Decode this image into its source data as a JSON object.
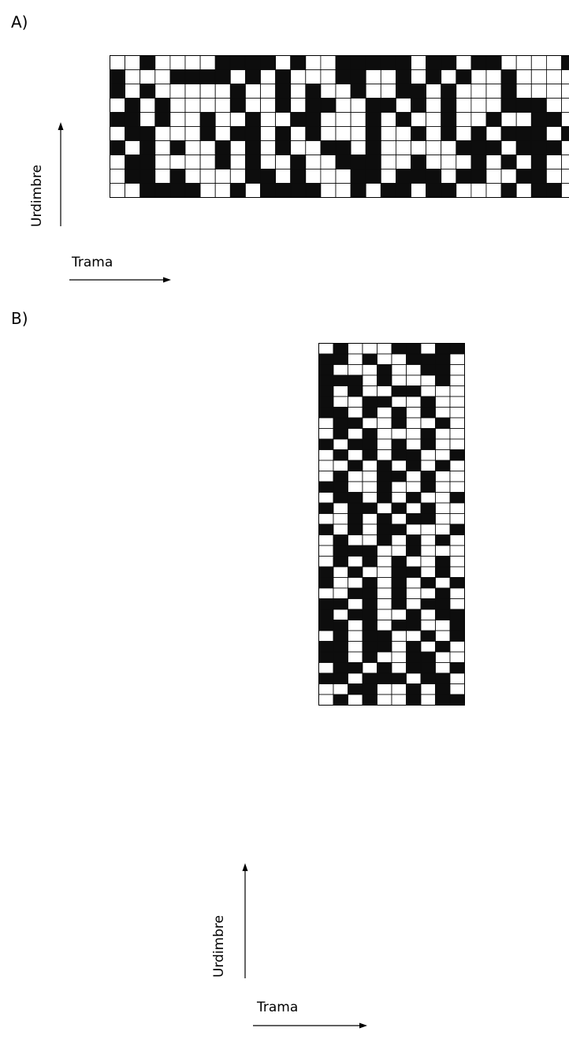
{
  "colors": {
    "filled": "#0d0d0d",
    "empty": "#ffffff",
    "line": "#000000"
  },
  "panel_a": {
    "label": "A)",
    "warp_label": "Urdimbre",
    "weft_label": "Trama",
    "cols": 31,
    "rows": 10,
    "pattern": [
      "11X1111XXXX1X11XXXXX1XX1XX1111X",
      "X111XXXX1X1X111XX11X1X1X11X1111",
      "X1X11111X11X1X11X11XX1X111X1111",
      "1X1X1111X11X1XX11XX1X1X111XXX11",
      "XX1X11X11X11XX111X1X11X11X11XX1",
      "1XX111X1XX1X1X111X11X1X1X1XXX1X",
      "X1X1X11X1X1X11XX1X11111XXX1XXX1",
      "1XX1111X1X11X11XXX11X111X1X1X11",
      "1XX1X1111XX1X111XX1XXX1XX11XX11",
      "11XXXX11X1XXXX11X1XX1XX111X1XX1"
    ]
  },
  "panel_b": {
    "label": "B)",
    "warp_label": "Urdimbre",
    "weft_label": "Trama",
    "cols": 10,
    "rows": 34,
    "pattern": [
      "1X111XX1XX",
      "XX1X11XXX1",
      "X111X11XX1",
      "XXX1X111X1",
      "X1X11XX111",
      "X11XX11X11",
      "XX1X1X1X11",
      "1XX11X11X1",
      "1X1X111X11",
      "X1XX1X1X11",
      "1X1X1XX11X",
      "11X1X1X1X1",
      "1X11XX1X11",
      "XX11X11X11",
      "1XX1X1X11X",
      "X1XX1X1X11",
      "11X1X1XX11",
      "X1X1XX111X",
      "1X11X1X1X1",
      "1XXX11X111",
      "1X1X1X11X1",
      "X1X11XX1X1",
      "X11X1X1X1X",
      "11XX1X11X1",
      "XX1X1X1XX1",
      "X1XX11X1XX",
      "XX1X1XX11X",
      "1X1XX11X1X",
      "XX1XX1X1X1",
      "XX1X11XX11",
      "1XX1X1XX1X",
      "XX1XXX1XX1",
      "11XX11X1X1",
      "1X1X11X1XX"
    ]
  }
}
